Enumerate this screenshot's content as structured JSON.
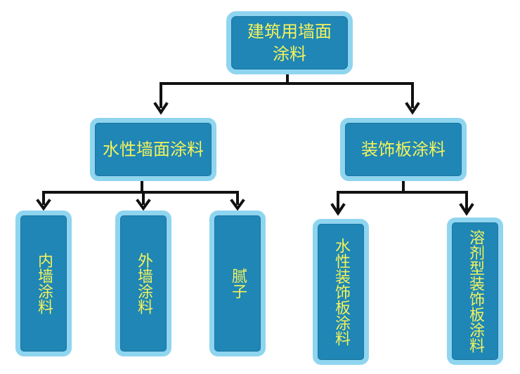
{
  "diagram": {
    "colors": {
      "box_fill": "#1f86b5",
      "box_border": "#8fd5ef",
      "text": "#f3f35c",
      "line": "#111111"
    },
    "nodes": {
      "root": {
        "line1": "建筑用墙面",
        "line2": "涂料"
      },
      "water_wall": "水性墙面涂料",
      "decorative": "装饰板涂料",
      "interior": "内墙涂料",
      "exterior": "外墙涂料",
      "putty": "腻子",
      "water_decor": "水性装饰板涂料",
      "solvent_decor": "溶剂型装饰板涂料"
    }
  }
}
